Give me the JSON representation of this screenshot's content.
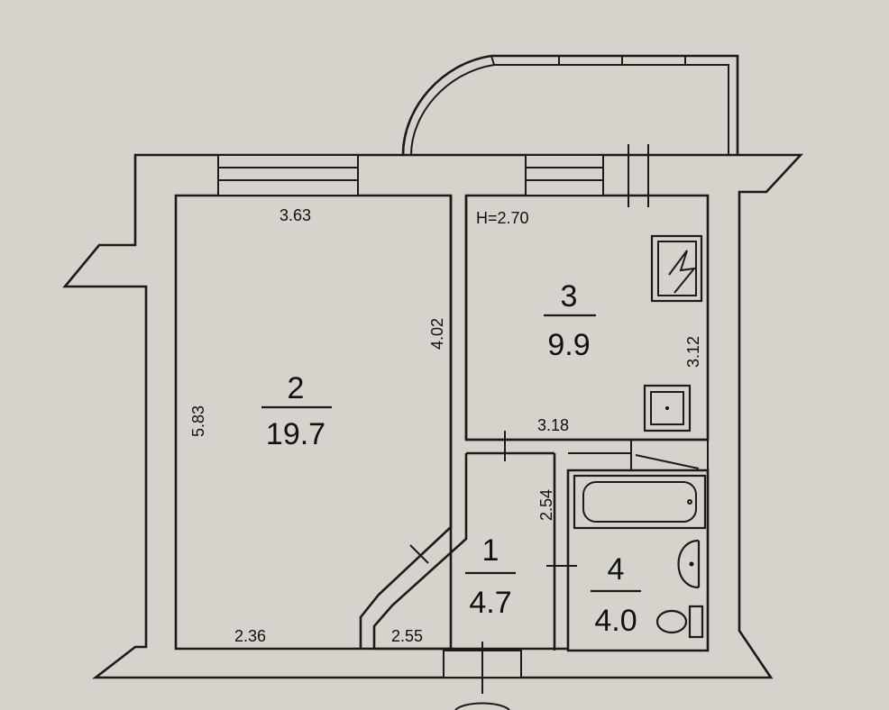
{
  "plan": {
    "ceiling_height": "H=2.70",
    "rooms": [
      {
        "id": "room-2",
        "number": "2",
        "area": "19.7"
      },
      {
        "id": "room-3",
        "number": "3",
        "area": "9.9"
      },
      {
        "id": "room-1",
        "number": "1",
        "area": "4.7"
      },
      {
        "id": "room-4",
        "number": "4",
        "area": "4.0"
      }
    ],
    "dimensions": {
      "room2_top_width": "3.63",
      "room2_left_height": "5.83",
      "room2_right_height": "4.02",
      "room2_bottom_width": "2.36",
      "room3_right_height": "3.12",
      "room3_bottom_width": "3.18",
      "room1_bottom_width": "2.55",
      "room1_right_height": "2.54"
    }
  }
}
